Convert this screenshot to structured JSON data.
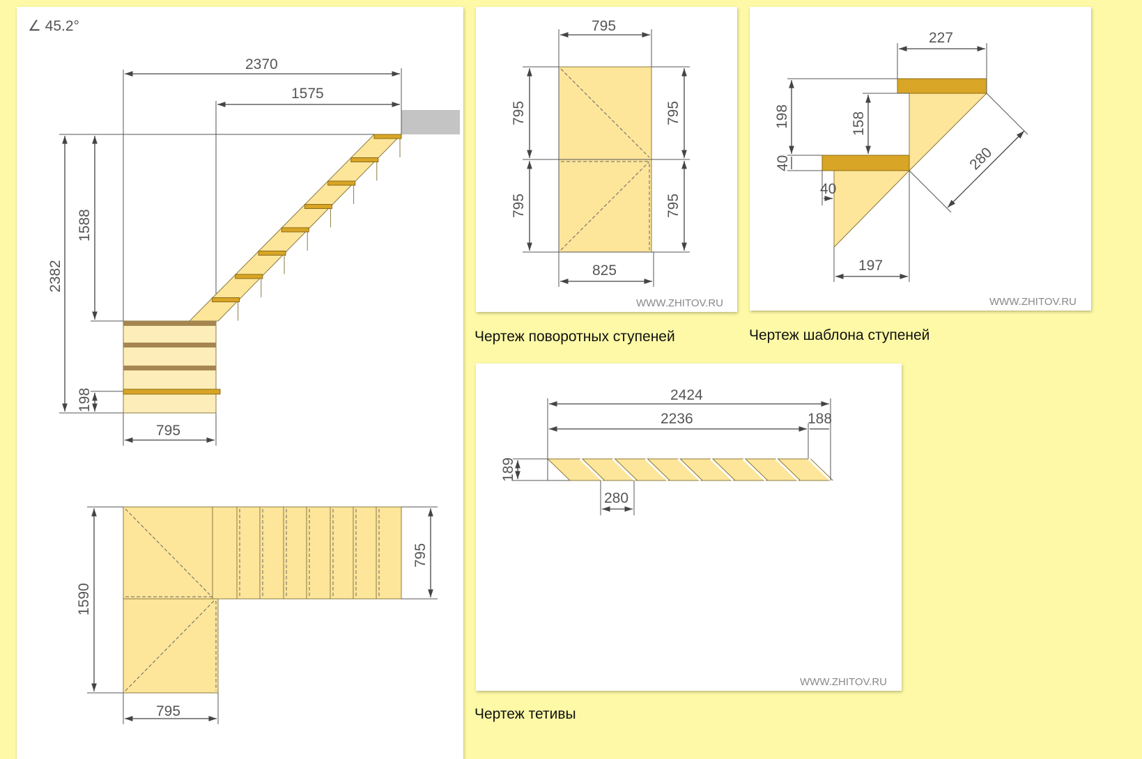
{
  "angle": "∠ 45.2°",
  "watermark": "WWW.ZHITOV.RU",
  "side_view": {
    "d_2370": "2370",
    "d_1575": "1575",
    "d_2382": "2382",
    "d_1588": "1588",
    "d_198": "198",
    "d_795": "795"
  },
  "plan_view": {
    "d_1590": "1590",
    "d_795_right": "795",
    "d_795_bottom": "795"
  },
  "winder": {
    "caption": "Чертеж поворотных ступеней",
    "top": "795",
    "left_top": "795",
    "left_bottom": "795",
    "right_top": "795",
    "right_bottom": "795",
    "bottom": "825"
  },
  "template": {
    "caption": "Чертеж шаблона ступеней",
    "d_227": "227",
    "d_198": "198",
    "d_158": "158",
    "d_40a": "40",
    "d_40b": "40",
    "d_280": "280",
    "d_197": "197"
  },
  "stringer": {
    "caption": "Чертеж тетивы",
    "d_2424": "2424",
    "d_2236": "2236",
    "d_188": "188",
    "d_189": "189",
    "d_280": "280"
  },
  "colors": {
    "background": "#fdf9a6",
    "wood": "#fde59a",
    "tread": "#d9a526"
  }
}
